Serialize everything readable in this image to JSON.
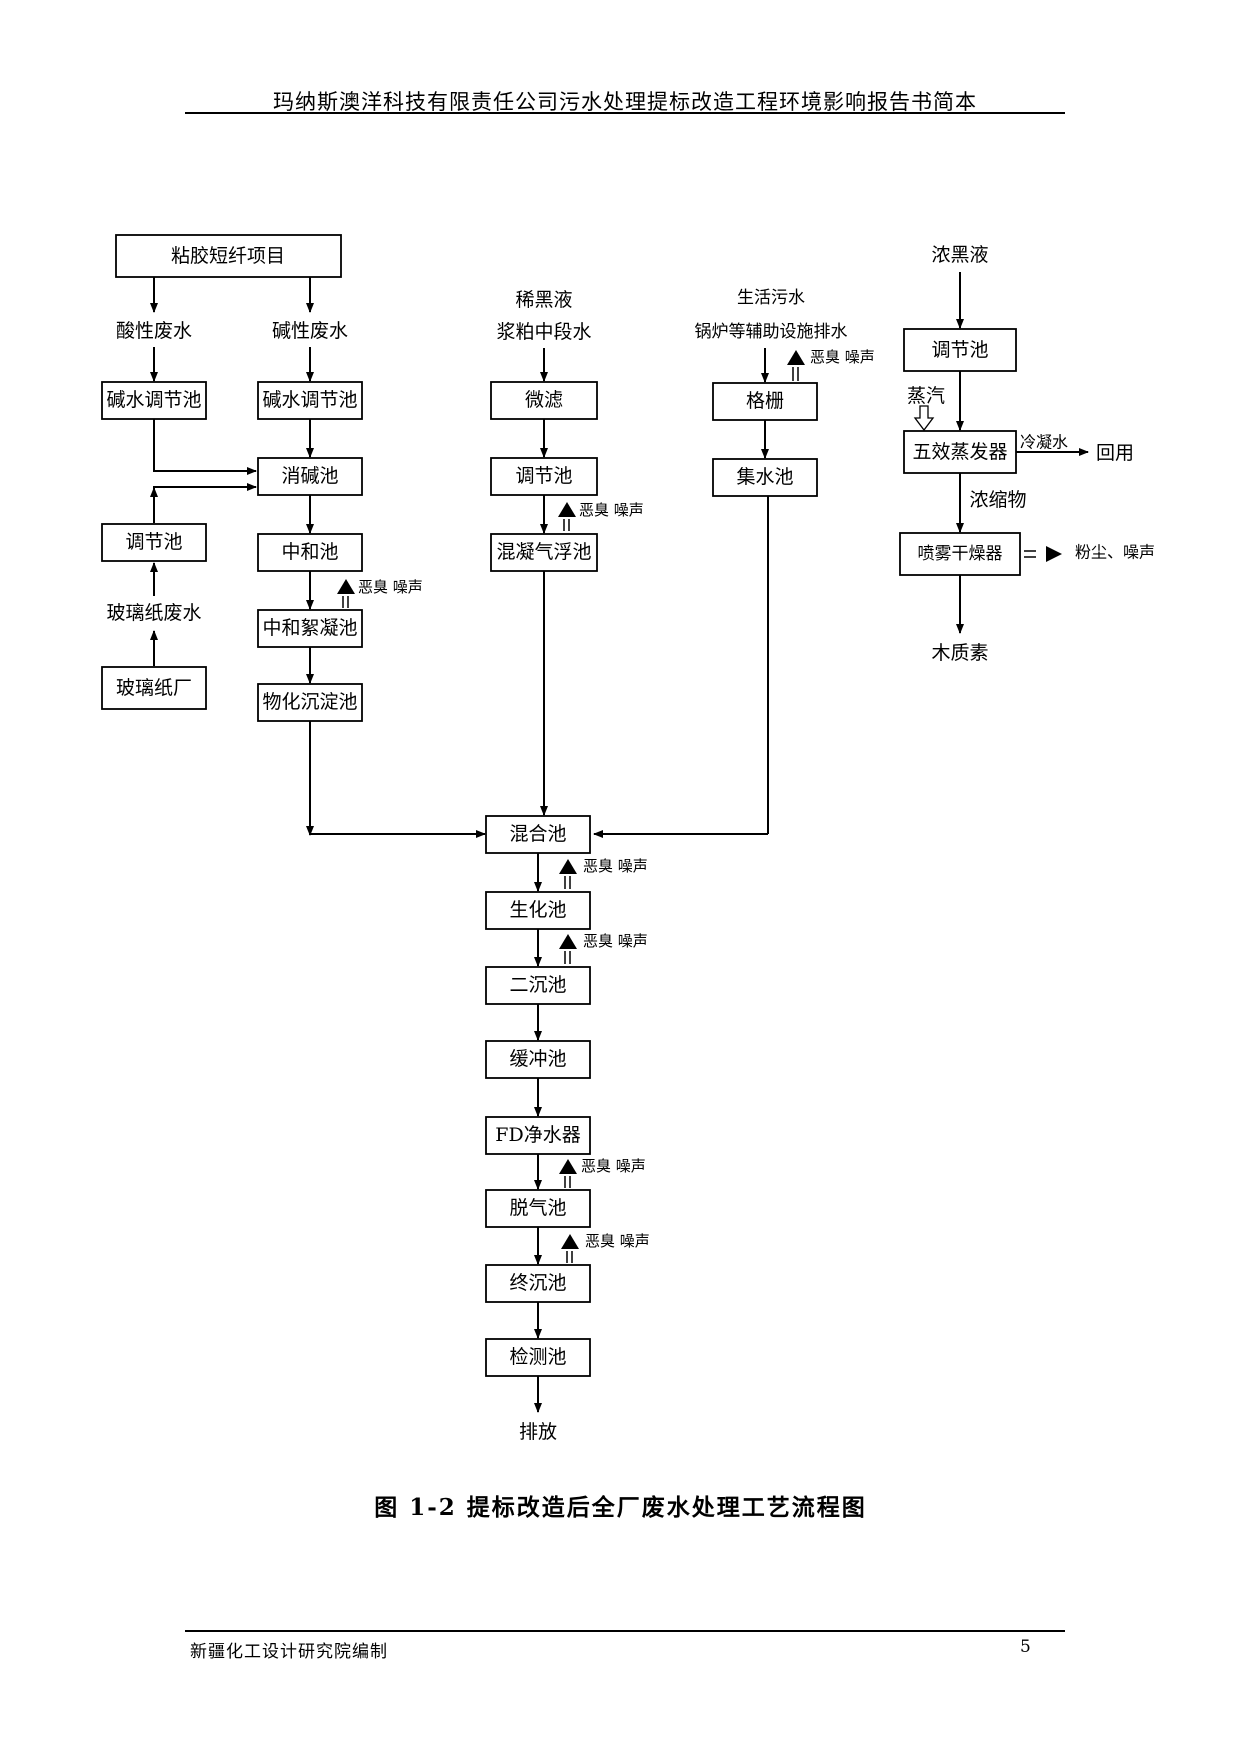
{
  "header": {
    "title": "玛纳斯澳洋科技有限责任公司污水处理提标改造工程环境影响报告书简本"
  },
  "diagram": {
    "source_viscose": "粘胶短纤项目",
    "acid_wastewater": "酸性废水",
    "alkali_wastewater": "碱性废水",
    "alkali_adjust_pool_1": "碱水调节池",
    "alkali_adjust_pool_2": "碱水调节池",
    "de_alkali_pool": "消碱池",
    "neutral_pool": "中和池",
    "neutral_flocc_pool": "中和絮凝池",
    "physchem_settling_pool": "物化沉淀池",
    "adjust_pool_glass": "调节池",
    "glass_paper_wastewater": "玻璃纸废水",
    "glass_paper_plant": "玻璃纸厂",
    "dilute_black_liquor": "稀黑液",
    "pulp_middle_water": "浆粕中段水",
    "micro_filter": "微滤",
    "adjust_pool_pulp": "调节池",
    "coag_flotation_pool": "混凝气浮池",
    "domestic_sewage": "生活污水",
    "boiler_aux_drain": "锅炉等辅助设施排水",
    "grille": "格栅",
    "collect_pool": "集水池",
    "concentrated_black_liquor": "浓黑液",
    "adjust_pool_black": "调节池",
    "steam": "蒸汽",
    "five_effect_evaporator": "五效蒸发器",
    "condensate": "冷凝水",
    "reuse": "回用",
    "concentrate": "浓缩物",
    "spray_dryer": "喷雾干燥器",
    "dust_noise": "粉尘、噪声",
    "lignin": "木质素",
    "mixing_pool": "混合池",
    "biochem_pool": "生化池",
    "secondary_settling_pool": "二沉池",
    "buffer_pool": "缓冲池",
    "fd_purifier": "FD净水器",
    "degas_pool": "脱气池",
    "final_settling_pool": "终沉池",
    "testing_pool": "检测池",
    "discharge": "排放",
    "odor_noise": "恶臭  噪声"
  },
  "caption": "图 1-2  提标改造后全厂废水处理工艺流程图",
  "footer": {
    "left": "新疆化工设计研究院编制",
    "page_number": "5"
  }
}
